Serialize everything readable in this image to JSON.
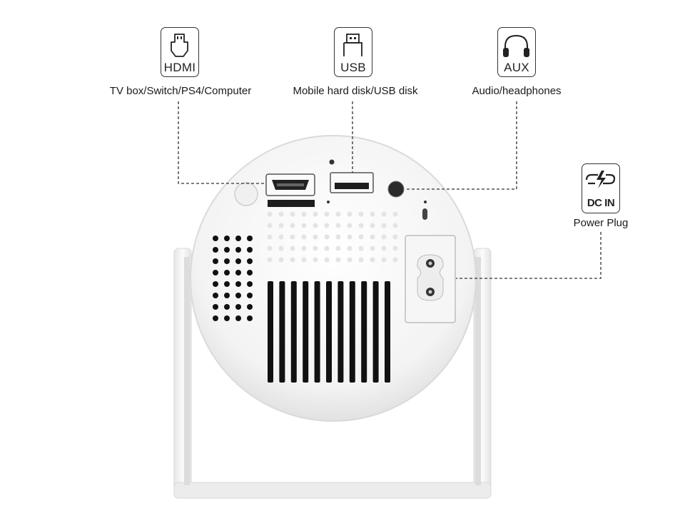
{
  "ports": {
    "hdmi": {
      "icon": "hdmi-connector-icon",
      "label": "HDMI",
      "caption": "TV box/Switch/PS4/Computer"
    },
    "usb": {
      "icon": "usb-connector-icon",
      "label": "USB",
      "caption": "Mobile hard disk/USB disk"
    },
    "aux": {
      "icon": "headphones-icon",
      "label": "AUX",
      "caption": "Audio/headphones"
    },
    "dcin": {
      "icon": "power-lightning-icon",
      "label": "DC IN",
      "caption": "Power Plug"
    }
  },
  "colors": {
    "body": "#f4f4f4",
    "outline": "#333333",
    "vent": "#111111",
    "leader": "#333333"
  }
}
